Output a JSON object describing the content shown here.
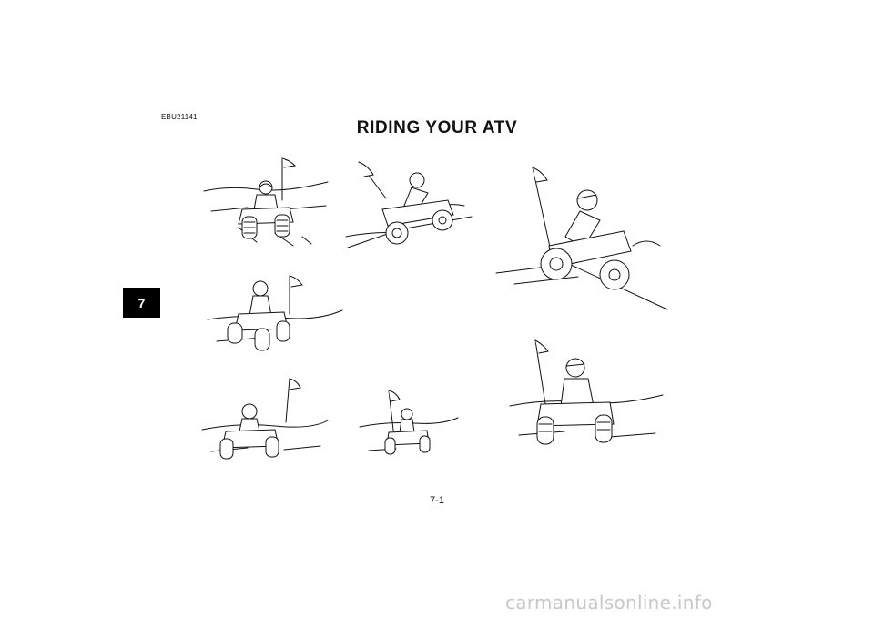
{
  "page": {
    "section_code": "EBU21141",
    "title": "RIDING YOUR ATV",
    "chapter_tab": "7",
    "page_number": "7-1",
    "watermark": "carmanualsonline.info"
  },
  "illustrations": [
    {
      "id": "atv-rear-view-climb"
    },
    {
      "id": "atv-side-climb"
    },
    {
      "id": "atv-rider-downhill"
    },
    {
      "id": "atv-front-turn"
    },
    {
      "id": "atv-front-jump"
    },
    {
      "id": "atv-front-far"
    },
    {
      "id": "atv-front-lean"
    }
  ],
  "colors": {
    "ink": "#111111",
    "tab_bg": "#000000",
    "watermark": "#c8c8c8"
  }
}
